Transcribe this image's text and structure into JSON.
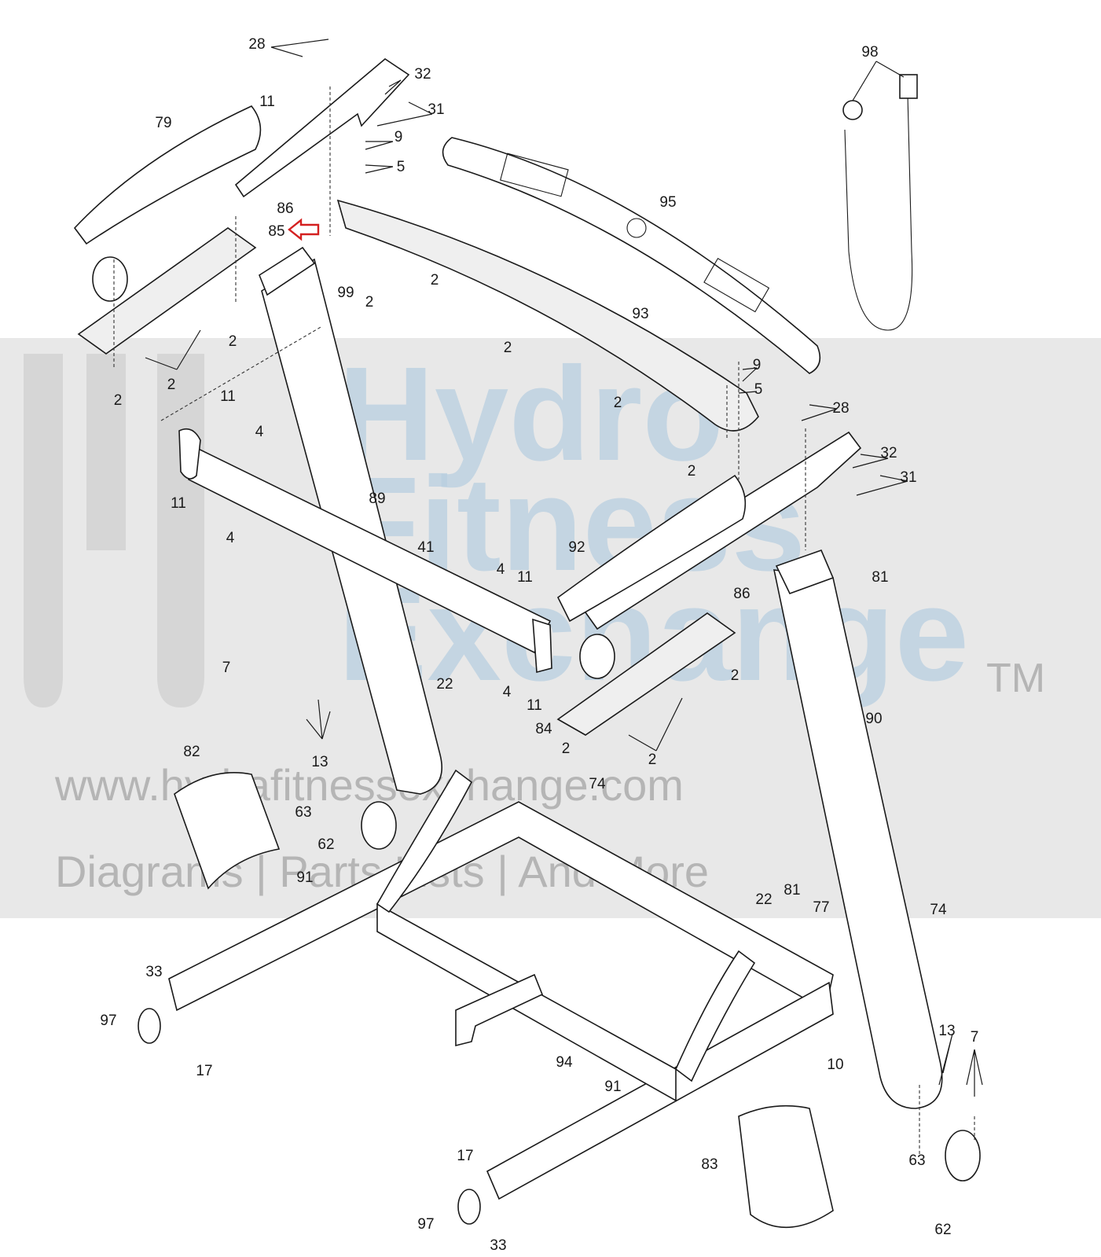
{
  "diagram": {
    "callouts": [
      "2",
      "4",
      "5",
      "7",
      "9",
      "10",
      "11",
      "13",
      "17",
      "22",
      "28",
      "31",
      "32",
      "33",
      "41",
      "62",
      "63",
      "74",
      "77",
      "79",
      "81",
      "82",
      "83",
      "84",
      "85",
      "86",
      "89",
      "90",
      "91",
      "92",
      "93",
      "94",
      "95",
      "97",
      "98",
      "99"
    ],
    "highlighted_part": "85",
    "highlight_color": "#d42020",
    "line_color": "#1a1a1a"
  },
  "watermark": {
    "line1": "Hydro",
    "line2": "Fitness",
    "line3": "Exchange",
    "trademark": "TM",
    "url": "www.hydrafitnessexchange.com",
    "tagline": "Diagrams | Parts Lists | And More",
    "band_color": "#d6d6d6",
    "text_color": "#b8cfe0"
  }
}
